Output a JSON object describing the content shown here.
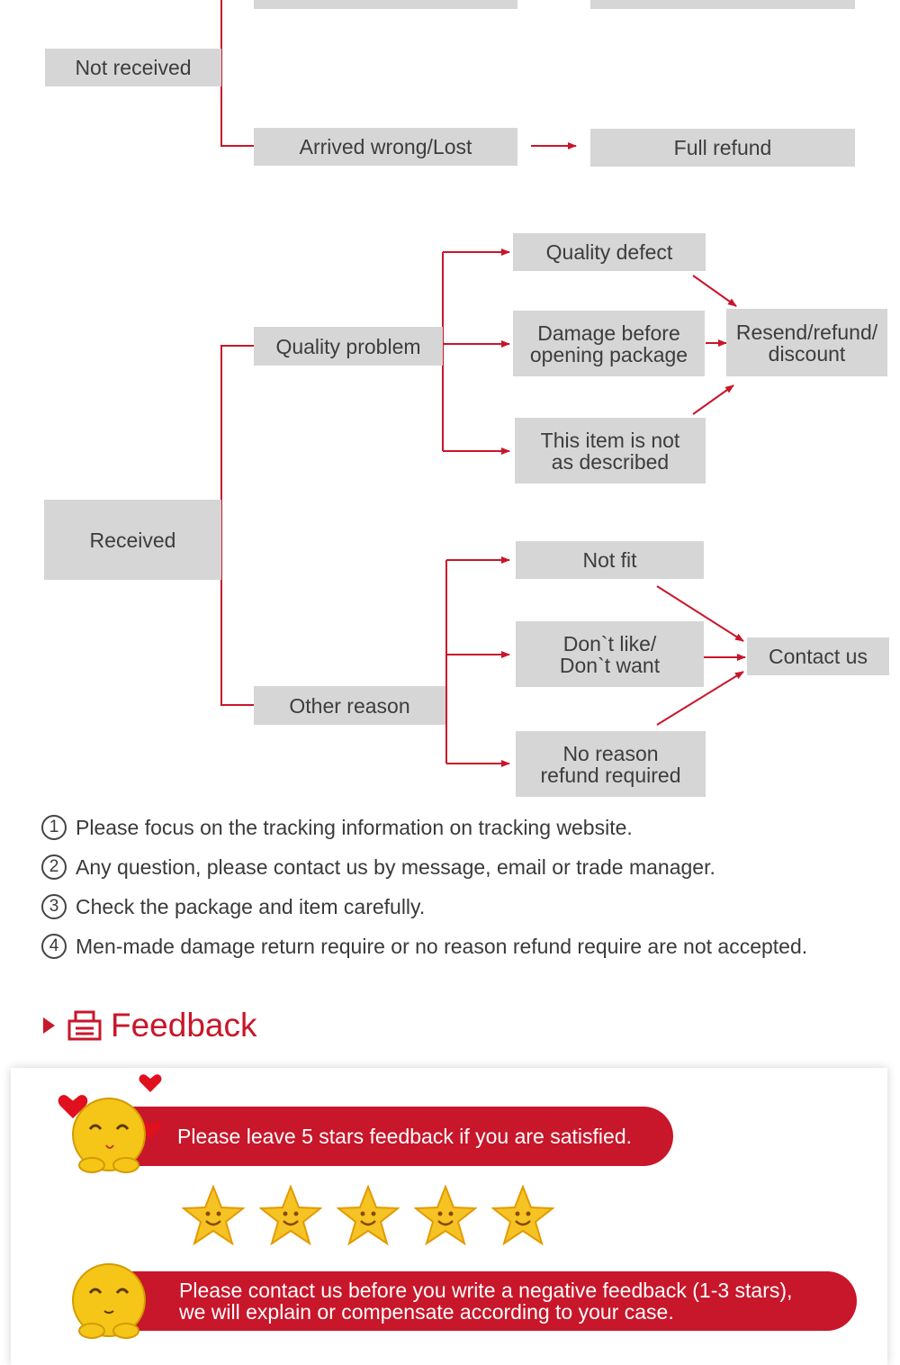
{
  "flow": {
    "not_received": "Not received",
    "arrived_wrong": "Arrived wrong/Lost",
    "full_refund": "Full refund",
    "received": "Received",
    "quality_problem": "Quality problem",
    "other_reason": "Other reason",
    "quality_defect": "Quality defect",
    "damage_before": "Damage before\nopening package",
    "not_as_described": "This item is not\nas described",
    "resend": "Resend/refund/\ndiscount",
    "not_fit": "Not fit",
    "dont_like": "Don`t like/\nDon`t want",
    "no_reason": "No reason\nrefund required",
    "contact_us": "Contact us"
  },
  "notes": [
    {
      "num": "1",
      "text": "Please focus on the tracking information on tracking website."
    },
    {
      "num": "2",
      "text": "Any question, please contact us by message, email or trade manager."
    },
    {
      "num": "3",
      "text": "Check the package and item carefully."
    },
    {
      "num": "4",
      "text": "Men-made damage return require or no reason refund require are not accepted."
    }
  ],
  "feedback": {
    "title": "Feedback",
    "banner1": "Please leave 5 stars feedback if you are satisfied.",
    "banner2": "Please contact us before you write a negative feedback (1-3 stars),\nwe will explain or compensate according to your case.",
    "stars": 5
  },
  "colors": {
    "accent": "#c8162a",
    "box": "#d6d6d6"
  },
  "icons": [
    "triangle-right-icon",
    "printer-icon",
    "smiley-icon",
    "star-icon",
    "heart-icon"
  ]
}
